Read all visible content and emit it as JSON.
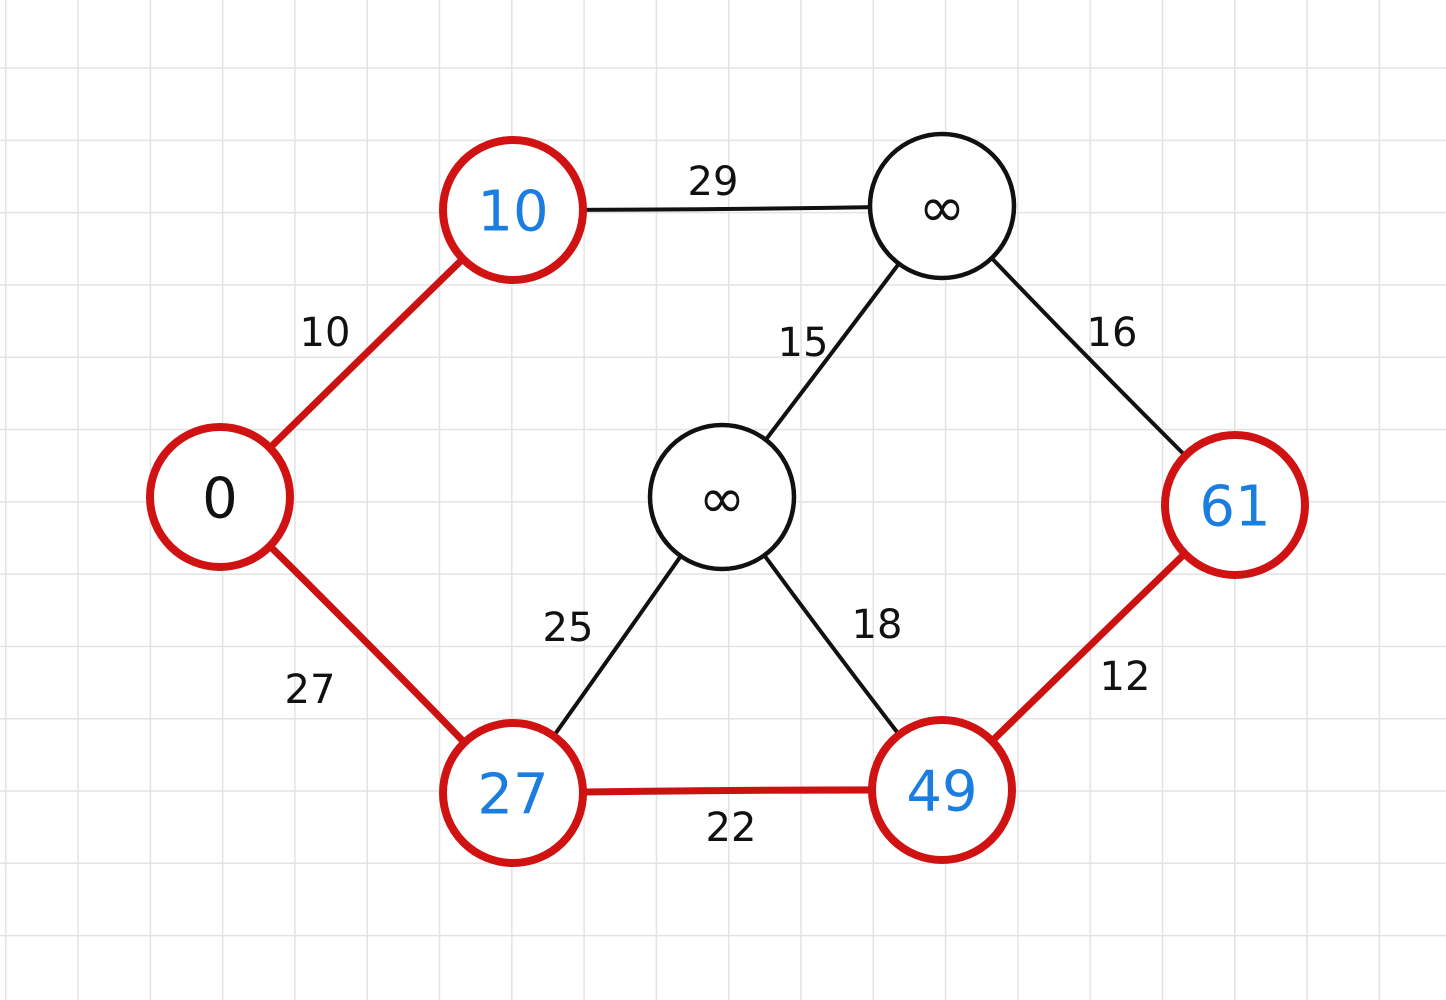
{
  "colors": {
    "path_edge": "#cc1111",
    "normal_edge": "#111111",
    "visited_ring": "#d01212",
    "unvisited_ring": "#111111",
    "visited_text": "#1a7de0",
    "unvisited_text": "#111111"
  },
  "nodes": [
    {
      "id": "a",
      "label": "0",
      "visited": true,
      "label_color": "black"
    },
    {
      "id": "b",
      "label": "10",
      "visited": true,
      "label_color": "blue"
    },
    {
      "id": "c",
      "label": "∞",
      "visited": false,
      "label_color": "black"
    },
    {
      "id": "d",
      "label": "∞",
      "visited": false,
      "label_color": "black"
    },
    {
      "id": "e",
      "label": "27",
      "visited": true,
      "label_color": "blue"
    },
    {
      "id": "f",
      "label": "49",
      "visited": true,
      "label_color": "blue"
    },
    {
      "id": "g",
      "label": "61",
      "visited": true,
      "label_color": "blue"
    }
  ],
  "edges": [
    {
      "from": "a",
      "to": "b",
      "weight": "10",
      "on_path": true
    },
    {
      "from": "a",
      "to": "e",
      "weight": "27",
      "on_path": true
    },
    {
      "from": "b",
      "to": "c",
      "weight": "29",
      "on_path": false
    },
    {
      "from": "c",
      "to": "d",
      "weight": "15",
      "on_path": false
    },
    {
      "from": "c",
      "to": "g",
      "weight": "16",
      "on_path": false
    },
    {
      "from": "d",
      "to": "e",
      "weight": "25",
      "on_path": false
    },
    {
      "from": "d",
      "to": "f",
      "weight": "18",
      "on_path": false
    },
    {
      "from": "e",
      "to": "f",
      "weight": "22",
      "on_path": true
    },
    {
      "from": "f",
      "to": "g",
      "weight": "12",
      "on_path": true
    }
  ]
}
